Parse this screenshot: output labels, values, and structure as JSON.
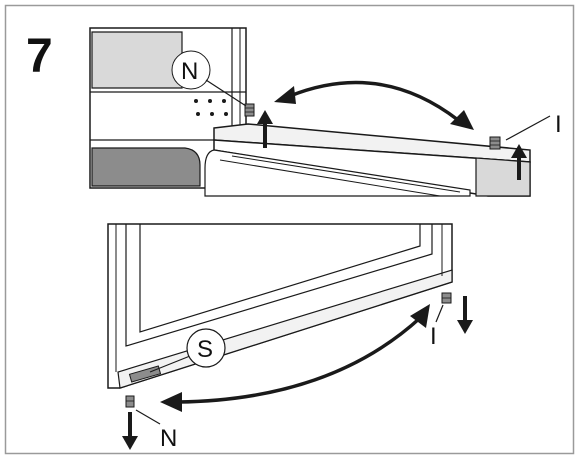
{
  "figure": {
    "step_number": "7",
    "labels": {
      "top_n": "N",
      "top_i": "I",
      "bottom_s": "S",
      "bottom_i": "I",
      "bottom_n": "N"
    }
  },
  "colors": {
    "outline": "#1a1a1a",
    "panel_fill": "#d9d9d9",
    "dark_fill": "#8c8c8c",
    "light_fill": "#f2f2f2",
    "frame": "#9a9a9a"
  }
}
